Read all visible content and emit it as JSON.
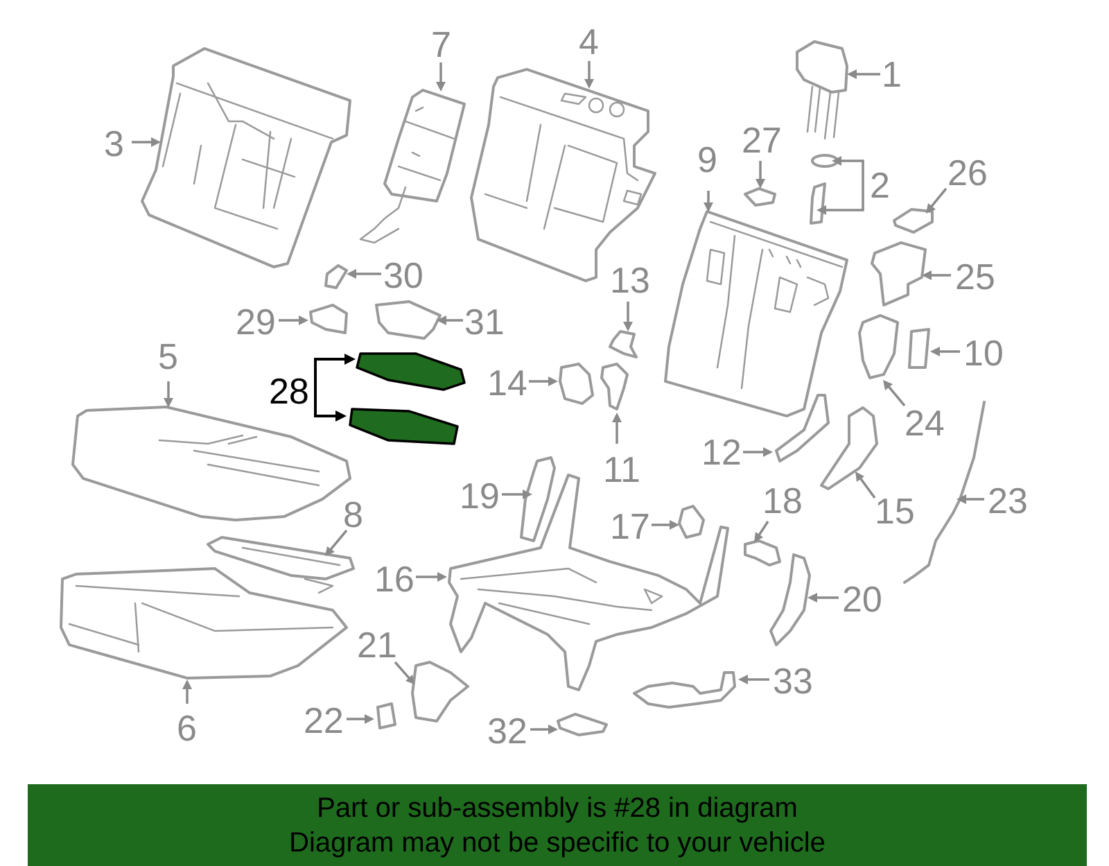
{
  "callouts": {
    "c1": "1",
    "c2": "2",
    "c3": "3",
    "c4": "4",
    "c5": "5",
    "c6": "6",
    "c7": "7",
    "c8": "8",
    "c9": "9",
    "c10": "10",
    "c11": "11",
    "c12": "12",
    "c13": "13",
    "c14": "14",
    "c15": "15",
    "c16": "16",
    "c17": "17",
    "c18": "18",
    "c19": "19",
    "c20": "20",
    "c21": "21",
    "c22": "22",
    "c23": "23",
    "c24": "24",
    "c25": "25",
    "c26": "26",
    "c27": "27",
    "c28": "28",
    "c29": "29",
    "c30": "30",
    "c31": "31",
    "c32": "32",
    "c33": "33"
  },
  "highlighted_part": "28",
  "colors": {
    "highlight_fill": "#1f6b1f",
    "part_stroke": "#9a9a9a",
    "banner_bg": "#1e6b1e"
  },
  "banner": {
    "line1": "Part or sub-assembly is #28 in diagram",
    "line2": "Diagram may not be specific to your vehicle"
  }
}
